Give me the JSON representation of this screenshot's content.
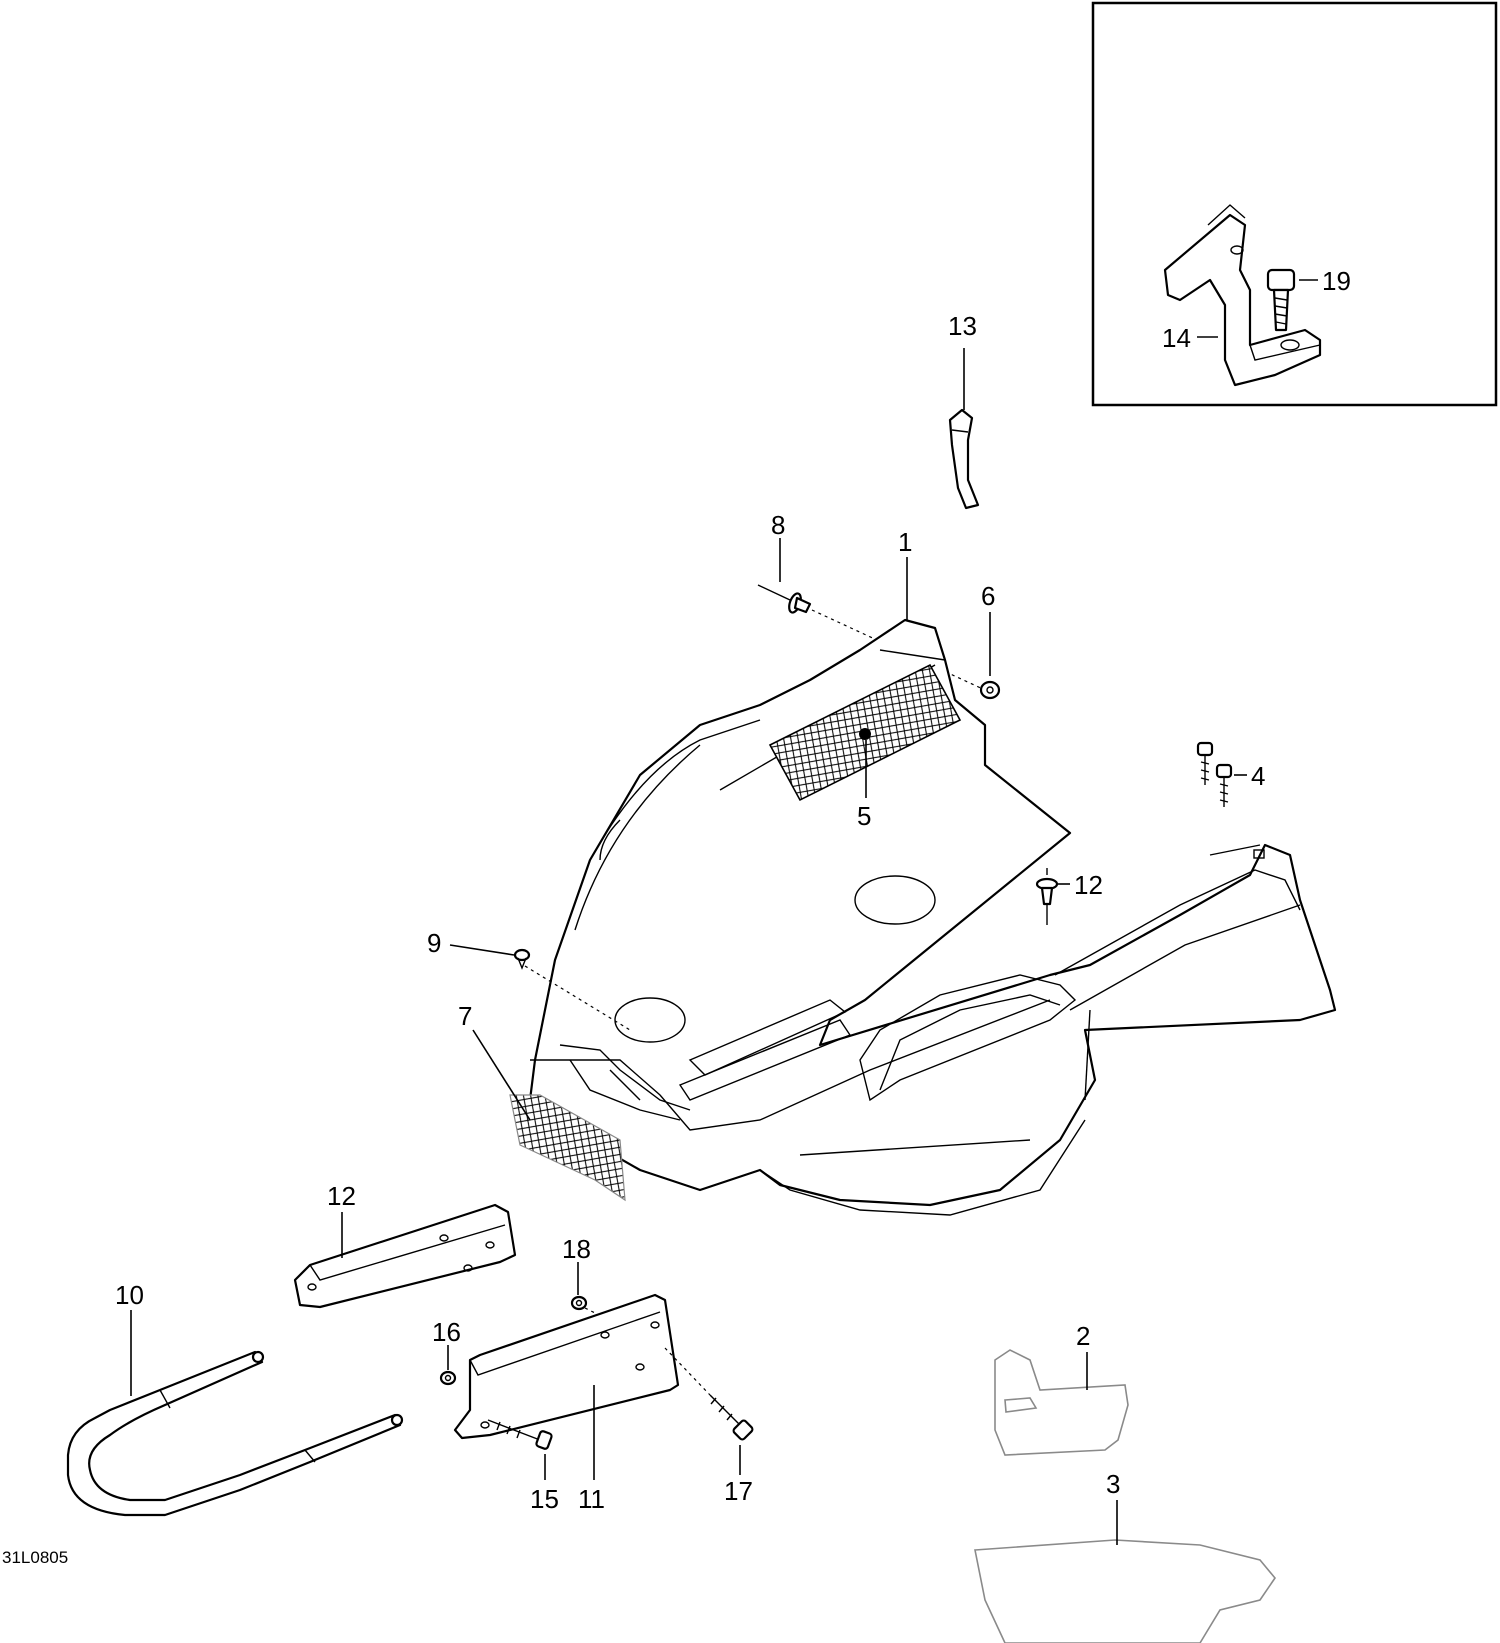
{
  "drawing_code": "31L0805",
  "callouts": {
    "c1": "1",
    "c2": "2",
    "c3": "3",
    "c4": "4",
    "c5": "5",
    "c6": "6",
    "c7": "7",
    "c8": "8",
    "c9": "9",
    "c10": "10",
    "c11": "11",
    "c12a": "12",
    "c12b": "12",
    "c13": "13",
    "c14": "14",
    "c15": "15",
    "c16": "16",
    "c17": "17",
    "c18": "18",
    "c19": "19"
  }
}
